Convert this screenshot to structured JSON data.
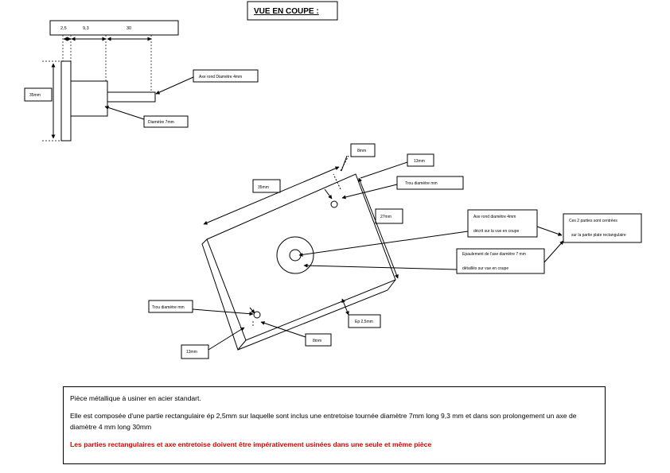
{
  "title": "VUE   EN  COUPE :",
  "dims": {
    "d1": "2,5",
    "d2": "9,3",
    "d3": "30"
  },
  "labels": {
    "axe_4mm": "Axe rond Diamètre 4mm",
    "diam_7mm": "Diamètre 7mm",
    "h35": "35mm",
    "p_8mm": "8mm",
    "p_13mm_top": "13mm",
    "trou_top": "Trou diamètre    mm",
    "p_35mm": "35mm",
    "p_27mm": "27mm",
    "callout_axe_line1": "Axe rond diamètre 4mm",
    "callout_axe_line2": "décrit sur la vue  en coupe",
    "callout_centrees_line1": "Ces 2 parties sont centrées",
    "callout_centrees_line2": "sur la partie plate rectangulaire",
    "callout_epaul_line1": "Epaulement de l'axe diamètre  7 mm",
    "callout_epaul_line2": "détaillés sur vue en coupe",
    "trou_bottom": "Trou diamètre    mm",
    "ep": "Ep 2,5mm",
    "p_8mm_bottom": "8mm",
    "p_13mm_bottom": "13mm"
  },
  "description": {
    "line1": "Pièce métallique à usiner  en acier standart.",
    "line2": "Elle est composée d'une partie rectangulaire ép 2,5mm  sur laquelle sont inclus une entretoise tournée diamètre 7mm long  9,3 mm    et  dans  son prolongement un axe de diamètre 4 mm long    30mm",
    "warning": "Les parties rectangulaires et axe entretoise doivent être impérativement usinées dans une seule et même pièce"
  }
}
